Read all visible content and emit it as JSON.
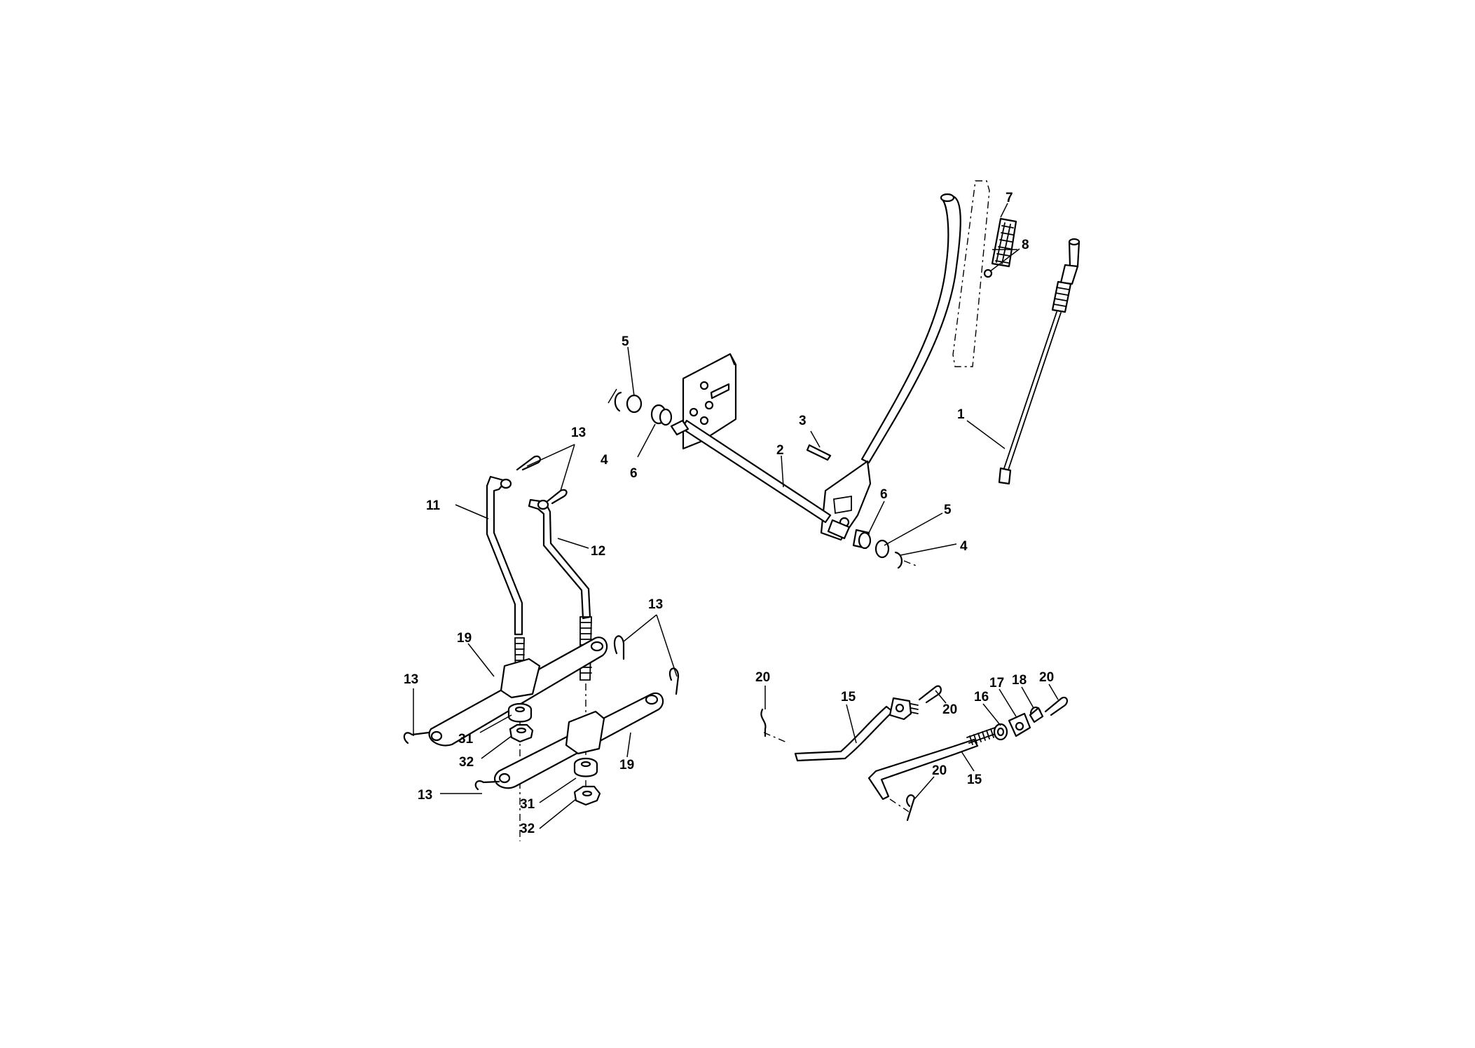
{
  "diagram": {
    "type": "exploded-parts-diagram",
    "callouts": [
      {
        "id": "c1",
        "label": "1"
      },
      {
        "id": "c2",
        "label": "2"
      },
      {
        "id": "c3",
        "label": "3"
      },
      {
        "id": "c4a",
        "label": "4"
      },
      {
        "id": "c4b",
        "label": "4"
      },
      {
        "id": "c5a",
        "label": "5"
      },
      {
        "id": "c5b",
        "label": "5"
      },
      {
        "id": "c6a",
        "label": "6"
      },
      {
        "id": "c6b",
        "label": "6"
      },
      {
        "id": "c7",
        "label": "7"
      },
      {
        "id": "c8",
        "label": "8"
      },
      {
        "id": "c11",
        "label": "11"
      },
      {
        "id": "c12",
        "label": "12"
      },
      {
        "id": "c13a",
        "label": "13"
      },
      {
        "id": "c13b",
        "label": "13"
      },
      {
        "id": "c13c",
        "label": "13"
      },
      {
        "id": "c13d",
        "label": "13"
      },
      {
        "id": "c15a",
        "label": "15"
      },
      {
        "id": "c15b",
        "label": "15"
      },
      {
        "id": "c16",
        "label": "16"
      },
      {
        "id": "c17",
        "label": "17"
      },
      {
        "id": "c18",
        "label": "18"
      },
      {
        "id": "c19a",
        "label": "19"
      },
      {
        "id": "c19b",
        "label": "19"
      },
      {
        "id": "c20a",
        "label": "20"
      },
      {
        "id": "c20b",
        "label": "20"
      },
      {
        "id": "c20c",
        "label": "20"
      },
      {
        "id": "c20d",
        "label": "20"
      },
      {
        "id": "c31a",
        "label": "31"
      },
      {
        "id": "c31b",
        "label": "31"
      },
      {
        "id": "c32a",
        "label": "32"
      },
      {
        "id": "c32b",
        "label": "32"
      }
    ]
  }
}
